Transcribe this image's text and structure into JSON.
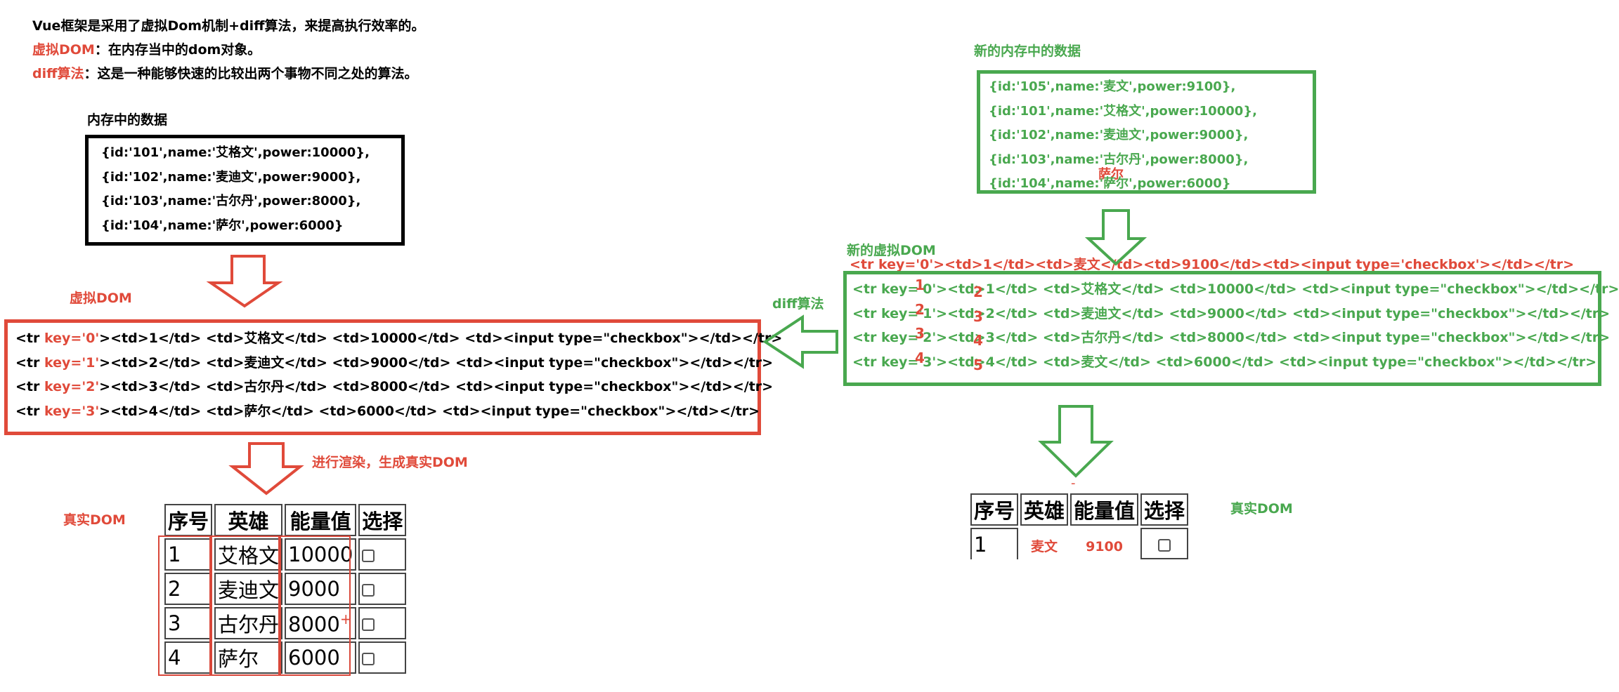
{
  "intro": {
    "line1": "Vue框架是采用了虚拟Dom机制+diff算法，来提高执行效率的。",
    "line2_term": "虚拟DOM",
    "line2_desc": "：在内存当中的dom对象。",
    "line3_term": "diff算法",
    "line3_desc": "：这是一种能够快速的比较出两个事物不同之处的算法。"
  },
  "memory": {
    "title": "内存中的数据",
    "items": [
      "{id:'101',name:'艾格文',power:10000},",
      "{id:'102',name:'麦迪文',power:9000},",
      "{id:'103',name:'古尔丹',power:8000},",
      "{id:'104',name:'萨尔',power:6000}"
    ]
  },
  "virtual_dom": {
    "label": "虚拟DOM",
    "rows": [
      {
        "pre": "<tr ",
        "key": "key='0'",
        "post": "><td>1</td> <td>艾格文</td> <td>10000</td> <td><input type=\"checkbox\"></td></tr>"
      },
      {
        "pre": "<tr ",
        "key": "key='1'",
        "post": "><td>2</td> <td>麦迪文</td> <td>9000</td> <td><input type=\"checkbox\"></td></tr>"
      },
      {
        "pre": "<tr ",
        "key": "key='2'",
        "post": "><td>3</td> <td>古尔丹</td> <td>8000</td> <td><input type=\"checkbox\"></td></tr>"
      },
      {
        "pre": "<tr ",
        "key": "key='3'",
        "post": "><td>4</td> <td>萨尔</td> <td>6000</td> <td><input type=\"checkbox\"></td></tr>"
      }
    ]
  },
  "render_label": "进行渲染，生成真实DOM",
  "real_dom_label": "真实DOM",
  "real_table": {
    "headers": [
      "序号",
      "英雄",
      "能量值",
      "选择"
    ],
    "rows": [
      [
        "1",
        "艾格文",
        "10000"
      ],
      [
        "2",
        "麦迪文",
        "9000"
      ],
      [
        "3",
        "古尔丹",
        "8000"
      ],
      [
        "4",
        "萨尔",
        "6000"
      ]
    ],
    "plus_mark": "+"
  },
  "new_memory": {
    "title": "新的内存中的数据",
    "items": [
      "{id:'105',name:'麦文',power:9100},",
      "{id:'101',name:'艾格文',power:10000},",
      "{id:'102',name:'麦迪文',power:9000},",
      "{id:'103',name:'古尔丹',power:8000},",
      "{id:'104',name:'萨尔',power:6000}"
    ],
    "annotation": "萨尔"
  },
  "new_virtual_dom": {
    "label": "新的虚拟DOM",
    "inserted_row": "<tr key='0'><td>1</td><td>麦文</td><td>9100</td><td><input type='checkbox'></td></tr>",
    "rows": [
      "<tr key='0'><td>1</td> <td>艾格文</td> <td>10000</td> <td><input type=\"checkbox\"></td></tr>",
      "<tr key='1'><td>2</td> <td>麦迪文</td> <td>9000</td> <td><input type=\"checkbox\"></td></tr>",
      "<tr key='2'><td>3</td> <td>古尔丹</td> <td>8000</td> <td><input type=\"checkbox\"></td></tr>",
      "<tr key='3'><td>4</td> <td>麦文</td> <td>6000</td> <td><input type=\"checkbox\"></td></tr>"
    ],
    "overlay_keys": [
      "1",
      "2",
      "3",
      "4"
    ],
    "overlay_nums": [
      "2",
      "3",
      "4",
      "5"
    ]
  },
  "diff_label": "diff算法",
  "new_real_dom_label": "真实DOM",
  "new_real_table": {
    "headers": [
      "序号",
      "英雄",
      "能量值",
      "选择"
    ],
    "row": {
      "index": "1",
      "name": "麦文",
      "power": "9100"
    },
    "dash": "-"
  },
  "colors": {
    "red": "#e04a3a",
    "green": "#49a84f",
    "black": "#000000"
  }
}
